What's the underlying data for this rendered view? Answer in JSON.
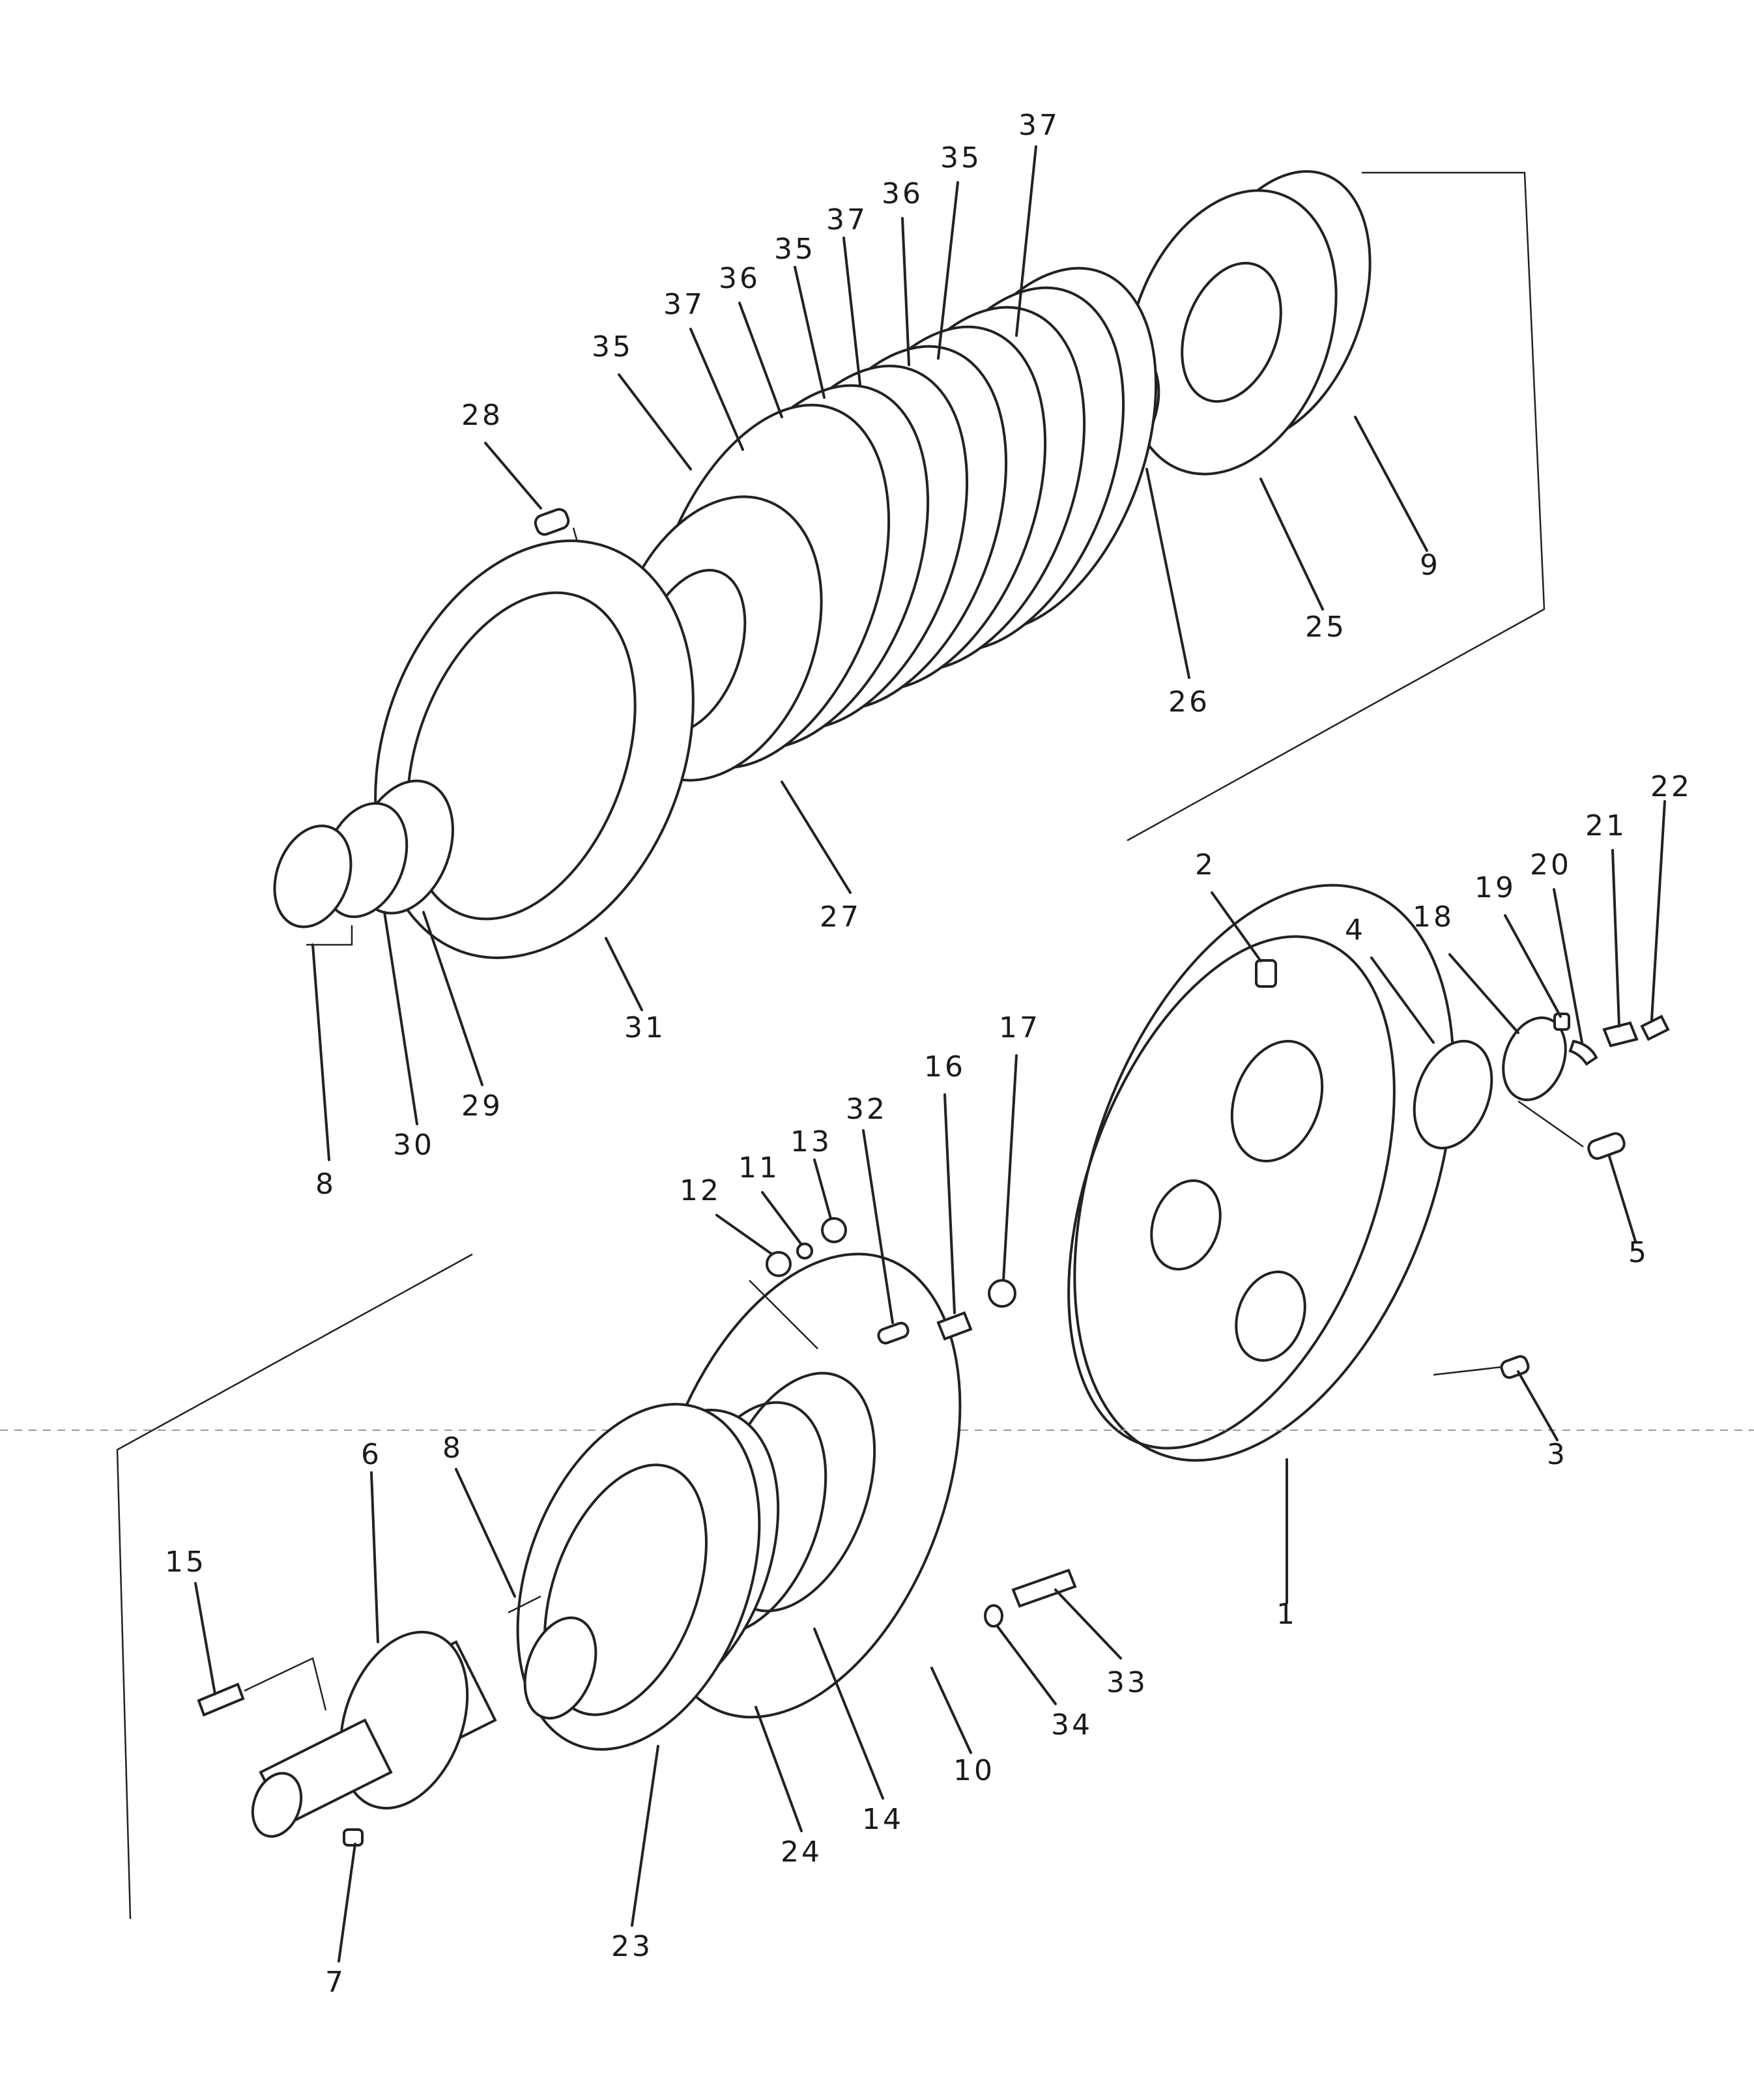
{
  "diagram": {
    "callouts": [
      {
        "id": "c37a",
        "text": "37"
      },
      {
        "id": "c35a",
        "text": "35"
      },
      {
        "id": "c36a",
        "text": "36"
      },
      {
        "id": "c37b",
        "text": "37"
      },
      {
        "id": "c35b",
        "text": "35"
      },
      {
        "id": "c36b",
        "text": "36"
      },
      {
        "id": "c37c",
        "text": "37"
      },
      {
        "id": "c35c",
        "text": "35"
      },
      {
        "id": "c28",
        "text": "28"
      },
      {
        "id": "c9",
        "text": "9"
      },
      {
        "id": "c25",
        "text": "25"
      },
      {
        "id": "c26",
        "text": "26"
      },
      {
        "id": "c27",
        "text": "27"
      },
      {
        "id": "c22",
        "text": "22"
      },
      {
        "id": "c21",
        "text": "21"
      },
      {
        "id": "c20",
        "text": "20"
      },
      {
        "id": "c19",
        "text": "19"
      },
      {
        "id": "c18",
        "text": "18"
      },
      {
        "id": "c2",
        "text": "2"
      },
      {
        "id": "c4",
        "text": "4"
      },
      {
        "id": "c31",
        "text": "31"
      },
      {
        "id": "c29",
        "text": "29"
      },
      {
        "id": "c30",
        "text": "30"
      },
      {
        "id": "c8a",
        "text": "8"
      },
      {
        "id": "c17",
        "text": "17"
      },
      {
        "id": "c16",
        "text": "16"
      },
      {
        "id": "c32",
        "text": "32"
      },
      {
        "id": "c13",
        "text": "13"
      },
      {
        "id": "c11",
        "text": "11"
      },
      {
        "id": "c12",
        "text": "12"
      },
      {
        "id": "c5",
        "text": "5"
      },
      {
        "id": "c3",
        "text": "3"
      },
      {
        "id": "c1",
        "text": "1"
      },
      {
        "id": "c6",
        "text": "6"
      },
      {
        "id": "c8b",
        "text": "8"
      },
      {
        "id": "c15",
        "text": "15"
      },
      {
        "id": "c33",
        "text": "33"
      },
      {
        "id": "c34",
        "text": "34"
      },
      {
        "id": "c10",
        "text": "10"
      },
      {
        "id": "c14",
        "text": "14"
      },
      {
        "id": "c24",
        "text": "24"
      },
      {
        "id": "c23",
        "text": "23"
      },
      {
        "id": "c7",
        "text": "7"
      }
    ]
  }
}
